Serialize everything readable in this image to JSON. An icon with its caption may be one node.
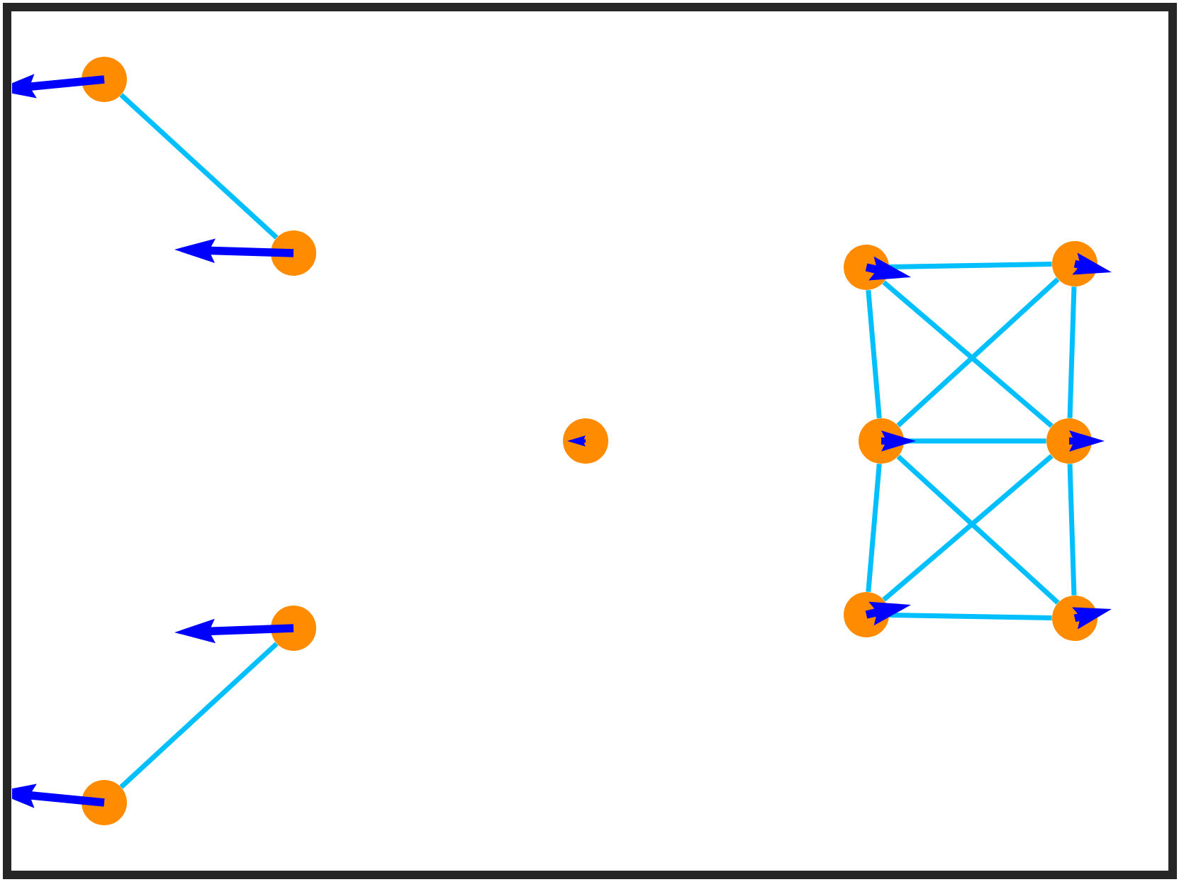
{
  "diagram": {
    "nodes": [
      {
        "text": [],
        "shape": "circle"
      },
      {
        "text": [],
        "shape": "circle"
      },
      {
        "text": [],
        "shape": "circle"
      },
      {
        "text": [],
        "shape": "circle"
      },
      {
        "text": [],
        "shape": "circle"
      },
      {
        "text": [],
        "shape": "circle"
      },
      {
        "text": [],
        "shape": "circle"
      },
      {
        "text": [],
        "shape": "circle"
      },
      {
        "text": [],
        "shape": "circle"
      },
      {
        "text": [],
        "shape": "circle"
      },
      {
        "text": [],
        "shape": "circle"
      }
    ],
    "edges": [
      {
        "from": 0,
        "to": 2,
        "arrow": "none"
      },
      {
        "from": 3,
        "to": 1,
        "arrow": "none"
      },
      {
        "from": 5,
        "to": 8,
        "arrow": "none"
      },
      {
        "from": 5,
        "to": 6,
        "arrow": "none"
      },
      {
        "from": 5,
        "to": 9,
        "arrow": "none"
      },
      {
        "from": 8,
        "to": 6,
        "arrow": "none"
      },
      {
        "from": 8,
        "to": 9,
        "arrow": "none"
      },
      {
        "from": 6,
        "to": 9,
        "arrow": "none"
      },
      {
        "from": 6,
        "to": 7,
        "arrow": "none"
      },
      {
        "from": 6,
        "to": 10,
        "arrow": "none"
      },
      {
        "from": 9,
        "to": 7,
        "arrow": "none"
      },
      {
        "from": 9,
        "to": 10,
        "arrow": "none"
      },
      {
        "from": 7,
        "to": 10,
        "arrow": "none"
      }
    ]
  }
}
